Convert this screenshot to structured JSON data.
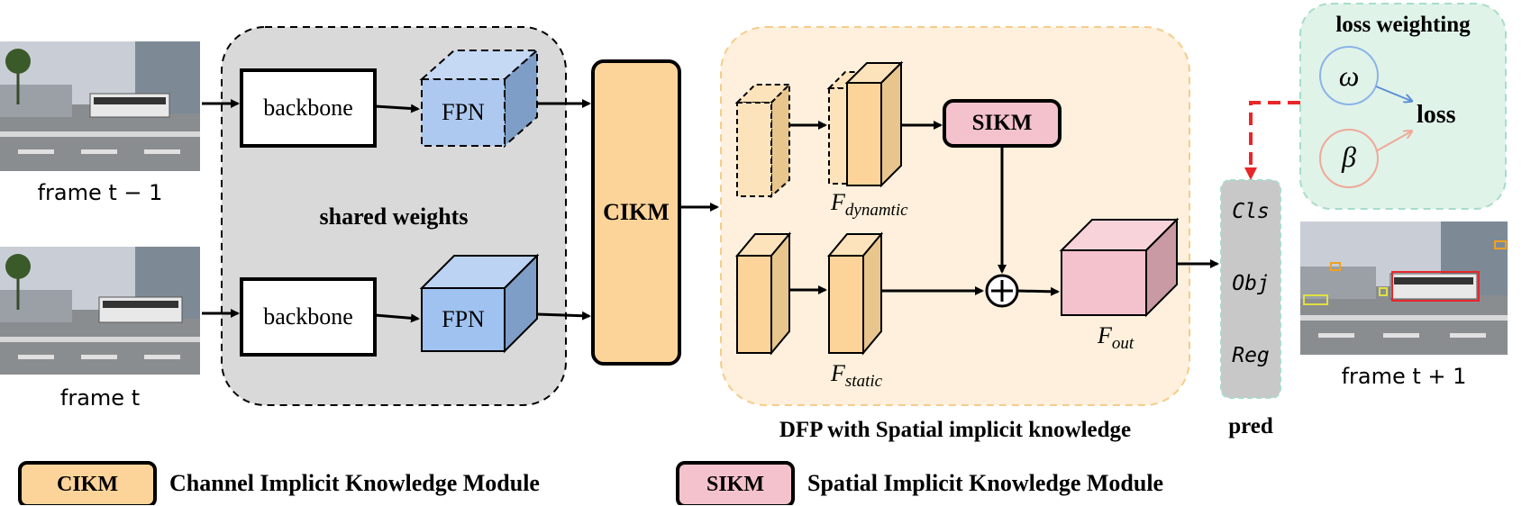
{
  "frames": {
    "prev": "frame t − 1",
    "curr": "frame t",
    "next": "frame t + 1"
  },
  "shared": {
    "title": "shared weights",
    "backbone": "backbone",
    "fpn": "FPN"
  },
  "cikm": "CIKM",
  "dfp": {
    "title": "DFP with Spatial implicit knowledge",
    "sikm": "SIKM",
    "f_label": "F",
    "f_dynamic_sub": "dynamtic",
    "f_static_sub": "static",
    "f_out_sub": "out",
    "plus_symbol": "+"
  },
  "pred": {
    "title": "pred",
    "items": [
      "Cls",
      "Obj",
      "Reg"
    ]
  },
  "loss_weighting": {
    "title": "loss weighting",
    "omega": "ω",
    "beta": "β",
    "loss": "loss"
  },
  "legend": [
    {
      "key": "CIKM",
      "text": "Channel Implicit Knowledge Module"
    },
    {
      "key": "SIKM",
      "text": "Spatial Implicit Knowledge Module"
    }
  ],
  "colors": {
    "cikm": "#fcd49a",
    "sikm": "#f4c2cc",
    "fpn_dashed": "#aec9f0",
    "fpn_solid": "#9fc2f0",
    "shared_bg": "#d9d9d9",
    "dfp_bg": "#fef0dc",
    "loss_bg": "#dff3e9",
    "pred_bg": "#c8c8c8",
    "arrow_red": "#e8262a"
  }
}
